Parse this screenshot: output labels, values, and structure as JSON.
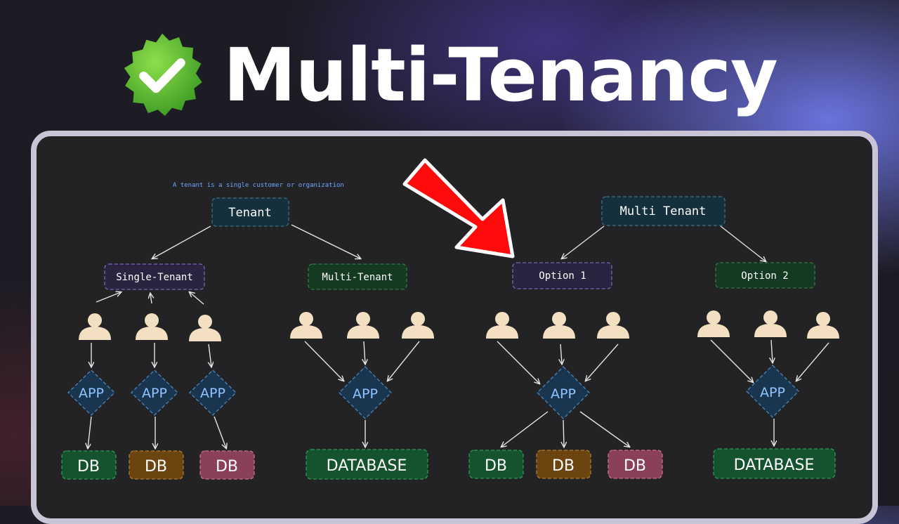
{
  "title": "Multi-Tenancy",
  "badge_icon": "verified-check-badge",
  "note": "A tenant is a single customer or organization",
  "left": {
    "root": "Tenant",
    "single": "Single-Tenant",
    "multi": "Multi-Tenant",
    "app": "APP",
    "db": "DB",
    "database": "DATABASE"
  },
  "right": {
    "root": "Multi Tenant",
    "option1": "Option 1",
    "option2": "Option 2",
    "app": "APP",
    "db": "DB",
    "database": "DATABASE"
  },
  "colors": {
    "arrow": "#ff0b0b",
    "db_green": "#14532d",
    "db_orange": "#6b4410",
    "db_pink": "#8a4058",
    "app_fill": "#1a3550",
    "node_purple": "#2a2440",
    "node_green": "#153a22",
    "node_teal": "#15303d"
  }
}
